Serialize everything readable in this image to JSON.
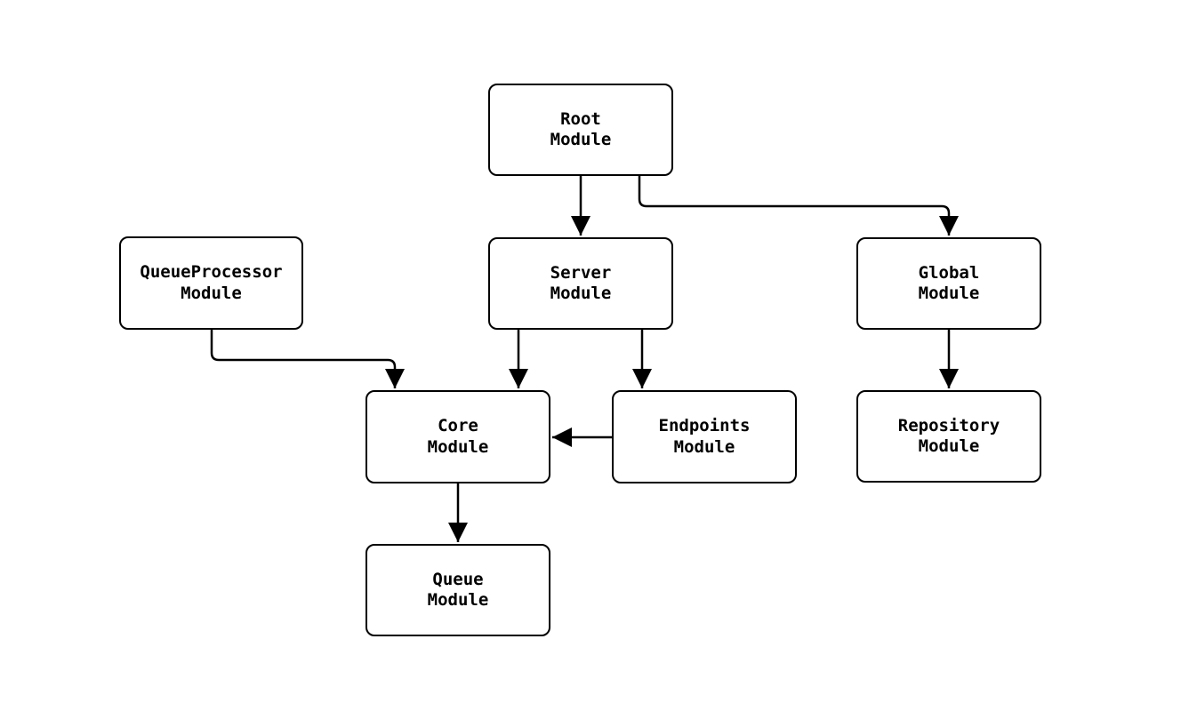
{
  "diagram": {
    "type": "module-dependency-flowchart",
    "background_color": "#ffffff",
    "node_fill": "#ffffff",
    "node_border_color": "#000000",
    "edge_color": "#000000",
    "text_color": "#000000",
    "nodes": [
      {
        "id": "root",
        "label": "Root\nModule"
      },
      {
        "id": "queueprocessor",
        "label": "QueueProcessor\nModule"
      },
      {
        "id": "server",
        "label": "Server\nModule"
      },
      {
        "id": "global",
        "label": "Global\nModule"
      },
      {
        "id": "core",
        "label": "Core\nModule"
      },
      {
        "id": "endpoints",
        "label": "Endpoints\nModule"
      },
      {
        "id": "repository",
        "label": "Repository\nModule"
      },
      {
        "id": "queue",
        "label": "Queue\nModule"
      }
    ],
    "edges": [
      {
        "from": "root",
        "to": "server"
      },
      {
        "from": "root",
        "to": "global"
      },
      {
        "from": "queueprocessor",
        "to": "core"
      },
      {
        "from": "server",
        "to": "core"
      },
      {
        "from": "server",
        "to": "endpoints"
      },
      {
        "from": "endpoints",
        "to": "core"
      },
      {
        "from": "core",
        "to": "queue"
      },
      {
        "from": "global",
        "to": "repository"
      }
    ]
  }
}
